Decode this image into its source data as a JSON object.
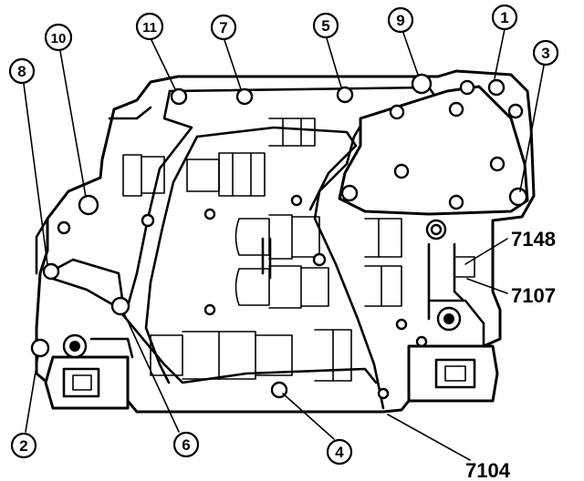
{
  "callouts": [
    {
      "id": "1",
      "label": "1"
    },
    {
      "id": "2",
      "label": "2"
    },
    {
      "id": "3",
      "label": "3"
    },
    {
      "id": "4",
      "label": "4"
    },
    {
      "id": "5",
      "label": "5"
    },
    {
      "id": "6",
      "label": "6"
    },
    {
      "id": "7",
      "label": "7"
    },
    {
      "id": "8",
      "label": "8"
    },
    {
      "id": "9",
      "label": "9"
    },
    {
      "id": "10",
      "label": "10"
    },
    {
      "id": "11",
      "label": "11"
    }
  ],
  "part_numbers": {
    "p7148": "7148",
    "p7107": "7107",
    "p7104": "7104"
  }
}
